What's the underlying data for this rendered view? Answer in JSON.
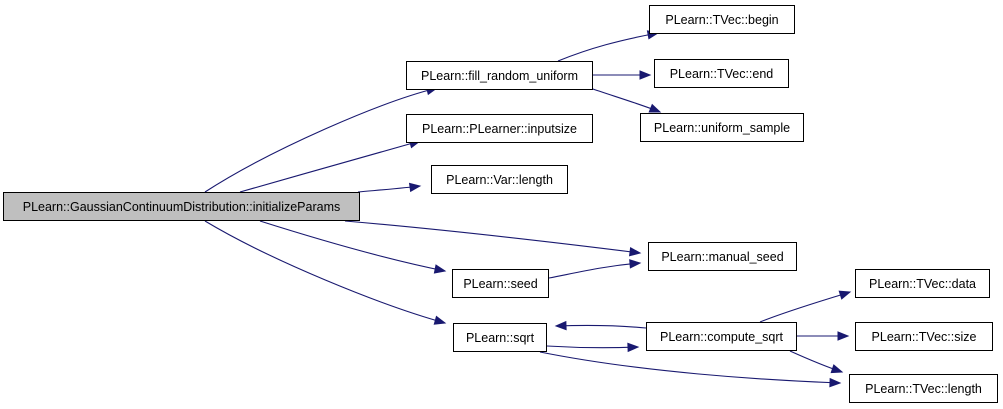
{
  "diagram": {
    "edge_color": "#191970",
    "root_fill": "#bfbfbf",
    "nodes": {
      "initialize_params": "PLearn::GaussianContinuumDistribution::initializeParams",
      "fill_random_uniform": "PLearn::fill_random_uniform",
      "plearner_inputsize": "PLearn::PLearner::inputsize",
      "var_length": "PLearn::Var::length",
      "manual_seed": "PLearn::manual_seed",
      "seed": "PLearn::seed",
      "sqrt": "PLearn::sqrt",
      "tvec_begin": "PLearn::TVec::begin",
      "tvec_end": "PLearn::TVec::end",
      "uniform_sample": "PLearn::uniform_sample",
      "compute_sqrt": "PLearn::compute_sqrt",
      "tvec_data": "PLearn::TVec::data",
      "tvec_size": "PLearn::TVec::size",
      "tvec_length": "PLearn::TVec::length"
    },
    "edges": [
      [
        "initialize_params",
        "fill_random_uniform"
      ],
      [
        "initialize_params",
        "plearner_inputsize"
      ],
      [
        "initialize_params",
        "var_length"
      ],
      [
        "initialize_params",
        "manual_seed"
      ],
      [
        "initialize_params",
        "seed"
      ],
      [
        "initialize_params",
        "sqrt"
      ],
      [
        "fill_random_uniform",
        "tvec_begin"
      ],
      [
        "fill_random_uniform",
        "tvec_end"
      ],
      [
        "fill_random_uniform",
        "uniform_sample"
      ],
      [
        "seed",
        "manual_seed"
      ],
      [
        "sqrt",
        "compute_sqrt"
      ],
      [
        "sqrt",
        "tvec_length"
      ],
      [
        "compute_sqrt",
        "sqrt"
      ],
      [
        "compute_sqrt",
        "tvec_data"
      ],
      [
        "compute_sqrt",
        "tvec_size"
      ],
      [
        "compute_sqrt",
        "tvec_length"
      ]
    ]
  }
}
